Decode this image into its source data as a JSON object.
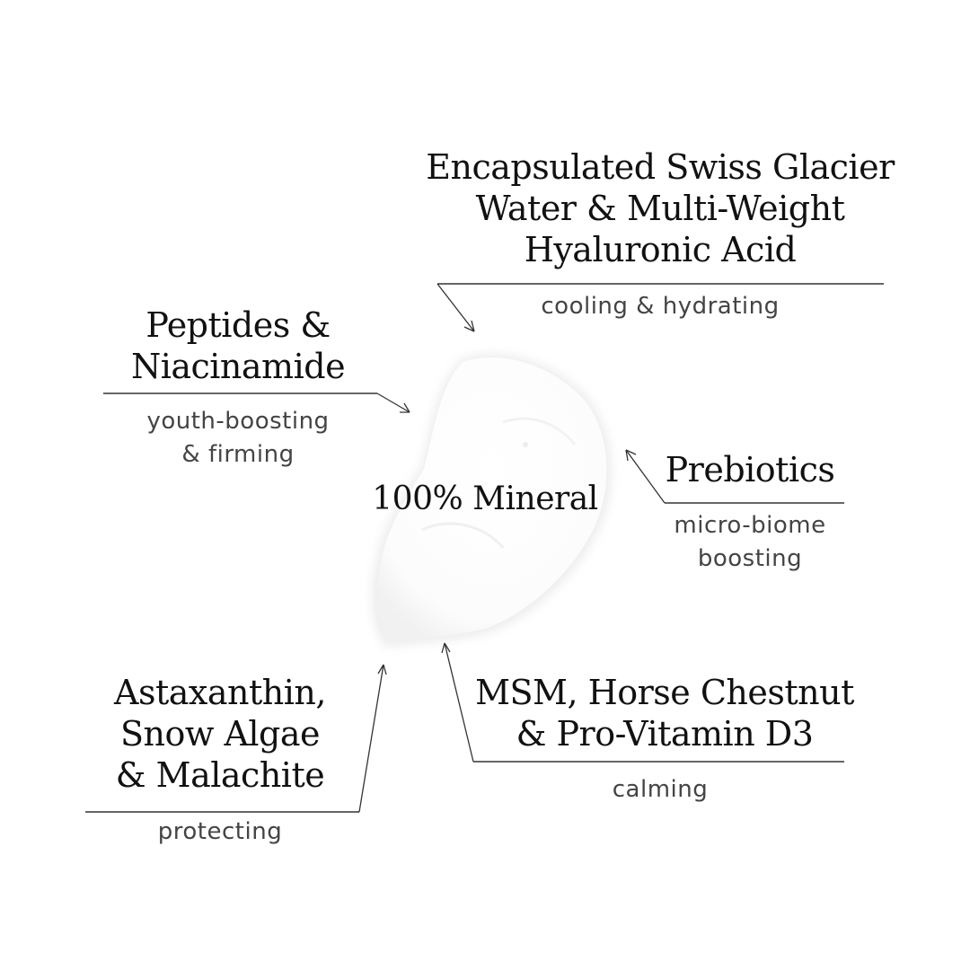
{
  "center_label": "100% Mineral",
  "callouts": [
    {
      "id": "glacier-water",
      "ingredient_lines": [
        "Encapsulated Swiss Glacier",
        "Water & Multi-Weight",
        "Hyaluronic Acid"
      ],
      "benefit_lines": [
        "cooling & hydrating"
      ]
    },
    {
      "id": "peptides",
      "ingredient_lines": [
        "Peptides &",
        "Niacinamide"
      ],
      "benefit_lines": [
        "youth-boosting",
        "& firming"
      ]
    },
    {
      "id": "prebiotics",
      "ingredient_lines": [
        "Prebiotics"
      ],
      "benefit_lines": [
        "micro-biome",
        "boosting"
      ]
    },
    {
      "id": "astaxanthin",
      "ingredient_lines": [
        "Astaxanthin,",
        "Snow Algae",
        "& Malachite"
      ],
      "benefit_lines": [
        "protecting"
      ]
    },
    {
      "id": "msm",
      "ingredient_lines": [
        "MSM, Horse Chestnut",
        "& Pro-Vitamin D3"
      ],
      "benefit_lines": [
        "calming"
      ]
    }
  ],
  "colors": {
    "background": "#ffffff",
    "text": "#111111",
    "subtext": "#444444",
    "cream": "#ffffff",
    "cream_shadow": "#e9e9e9"
  }
}
